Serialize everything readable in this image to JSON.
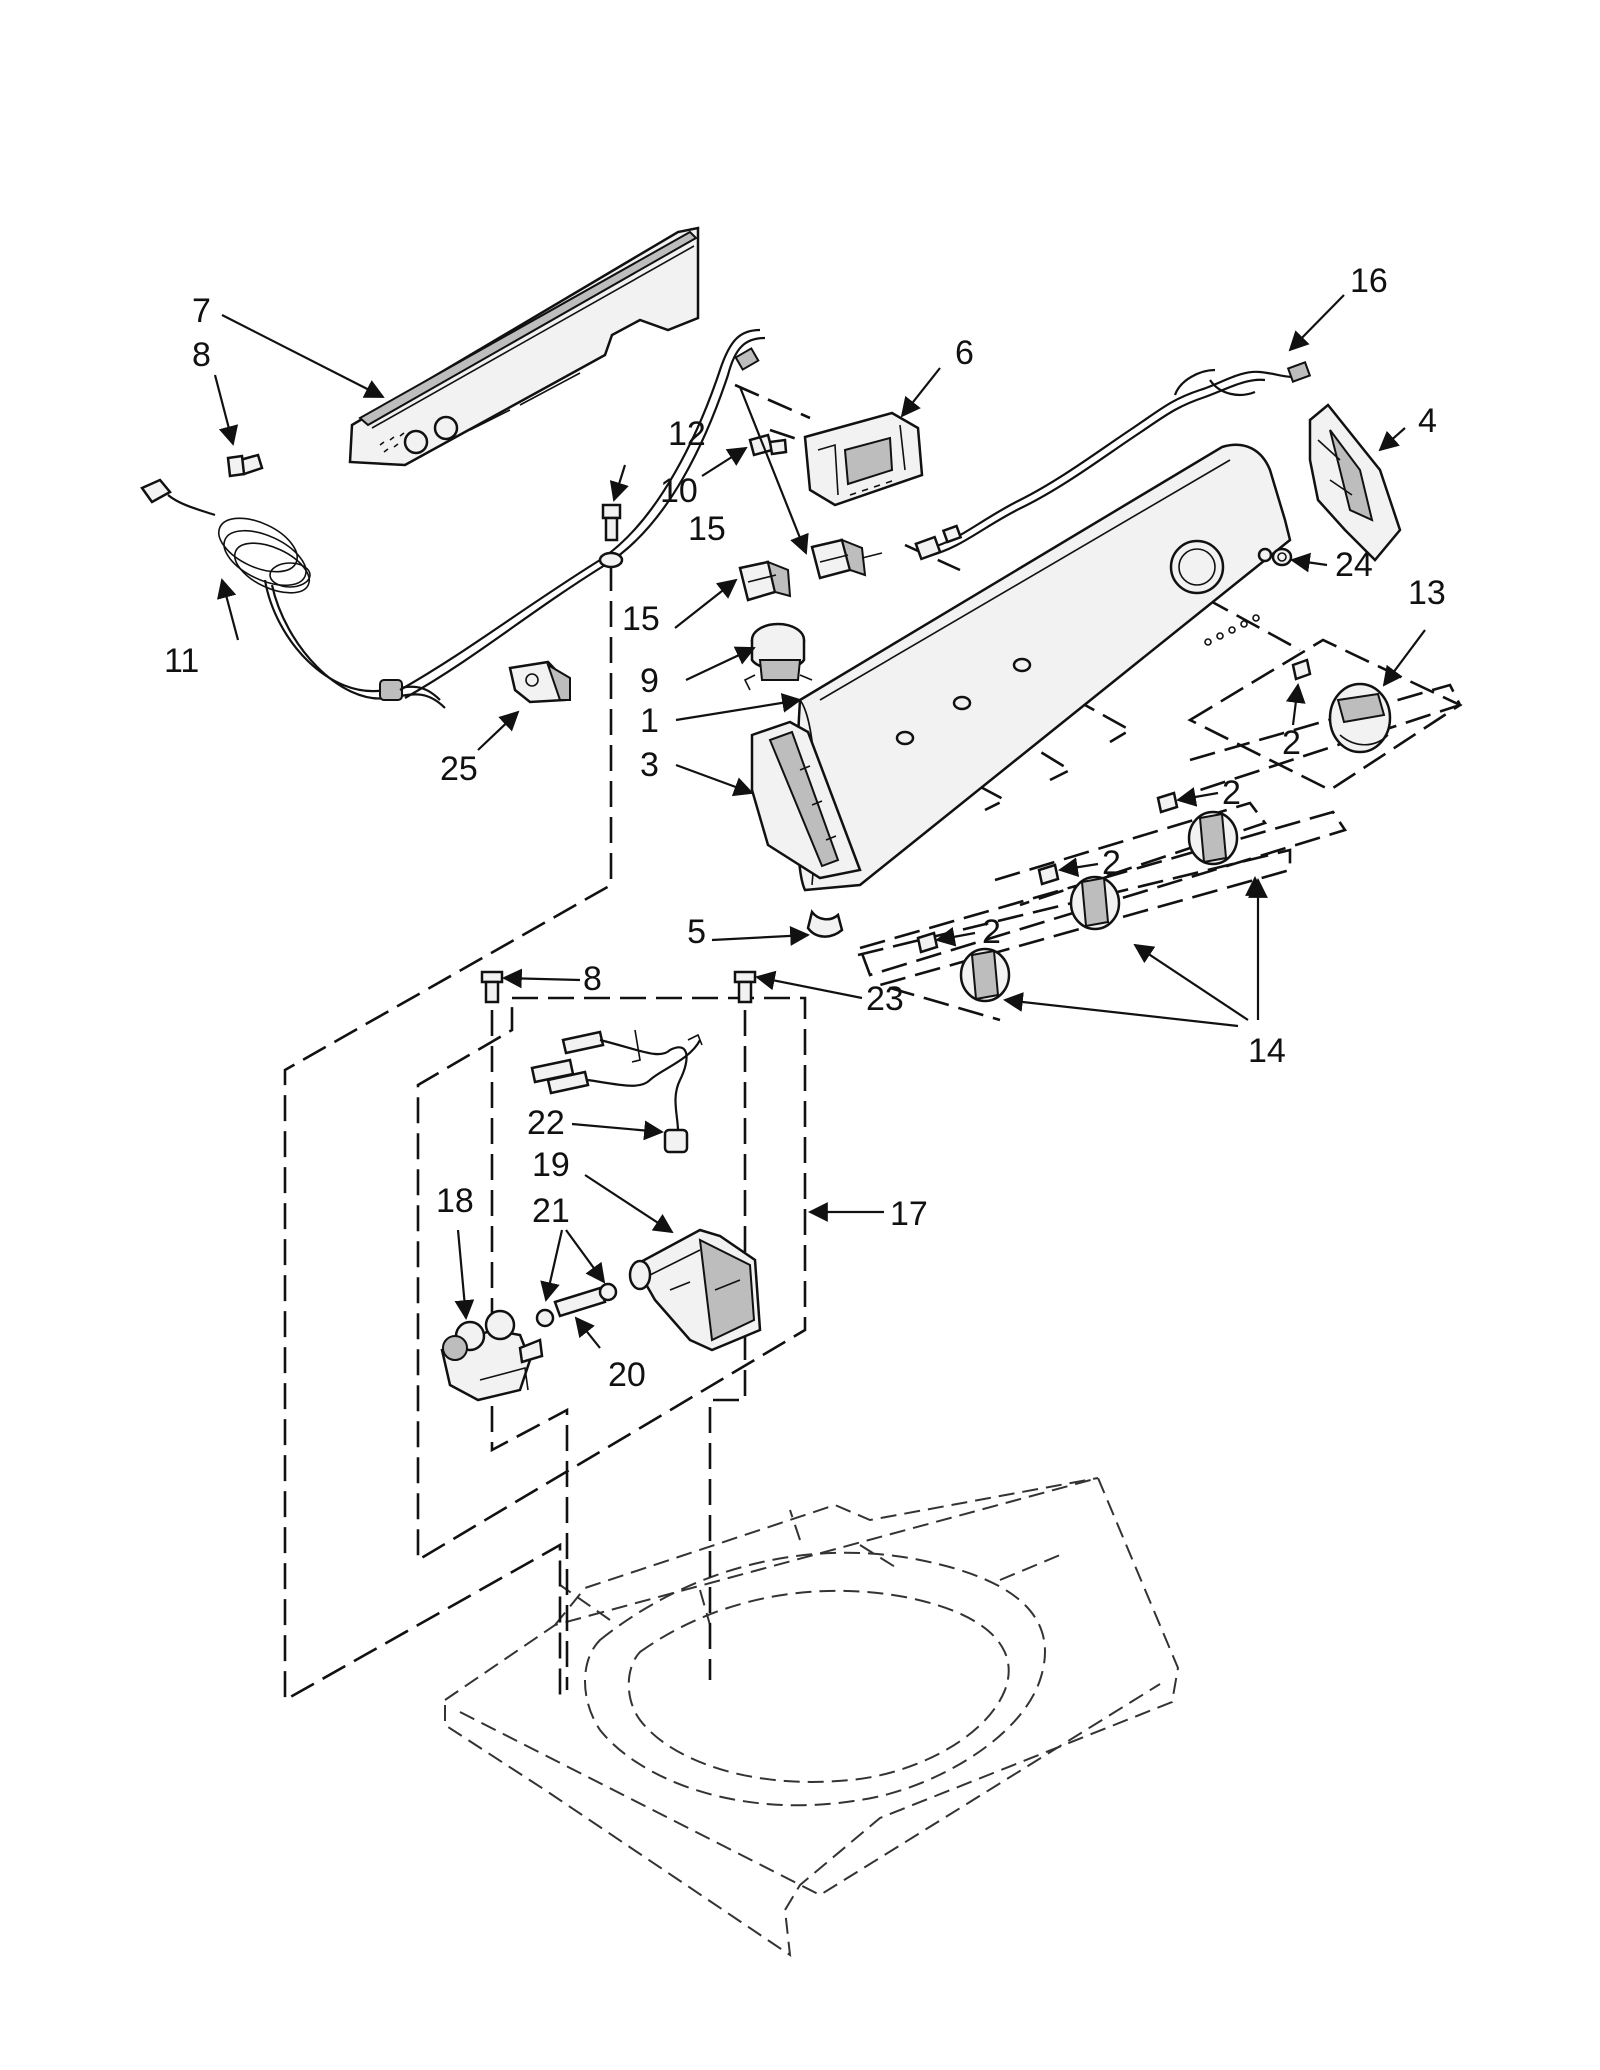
{
  "callouts": {
    "c1": "1",
    "c2a": "2",
    "c2b": "2",
    "c2c": "2",
    "c2d": "2",
    "c3": "3",
    "c4": "4",
    "c5": "5",
    "c6": "6",
    "c7": "7",
    "c8a": "8",
    "c8b": "8",
    "c9": "9",
    "c10": "10",
    "c11": "11",
    "c12": "12",
    "c13": "13",
    "c14": "14",
    "c15a": "15",
    "c15b": "15",
    "c16": "16",
    "c17": "17",
    "c18": "18",
    "c19": "19",
    "c20": "20",
    "c21": "21",
    "c22": "22",
    "c23": "23",
    "c24": "24",
    "c25": "25"
  }
}
